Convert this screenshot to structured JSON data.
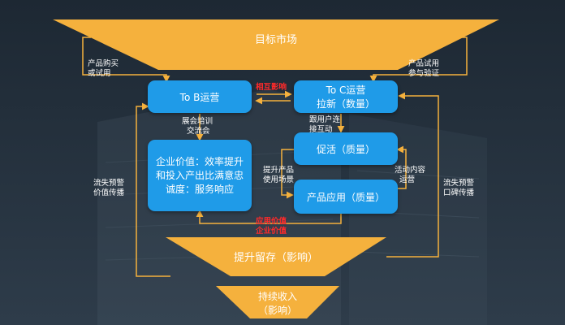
{
  "funnels": {
    "target_market": "目标市场",
    "retention": "提升留存（影响）",
    "revenue_line1": "持续收入",
    "revenue_line2": "（影响）"
  },
  "boxes": {
    "tob": "To B运营",
    "toc_line1": "To C运营",
    "toc_line2": "拉新（数量）",
    "enterprise_value": "企业价值：效率提升和投入产出比满意忠诚度：服务响应",
    "activation": "促活（质量）",
    "product_app": "产品应用（质量）"
  },
  "labels": {
    "left_top_1": "产品购买",
    "left_top_2": "或试用",
    "right_top_1": "产品试用",
    "right_top_2": "参与验证",
    "mutual": "相互影响",
    "exhibition_1": "展会培训",
    "exhibition_2": "交流会",
    "follow_1": "跟用户连",
    "follow_2": "接互动",
    "upgrade_1": "提升产品",
    "upgrade_2": "使用场景",
    "activity_1": "活动内容",
    "activity_2": "运营",
    "left_side_1": "流失预警",
    "left_side_2": "价值传播",
    "right_side_1": "流失预警",
    "right_side_2": "口碑传播",
    "app_value_1": "应用价值",
    "app_value_2": "企业价值"
  },
  "colors": {
    "background": "#24313e",
    "funnel": "#f5b13d",
    "box": "#1f9be8",
    "arrow": "#f5b13d",
    "highlight_text": "#ff2a2a"
  }
}
